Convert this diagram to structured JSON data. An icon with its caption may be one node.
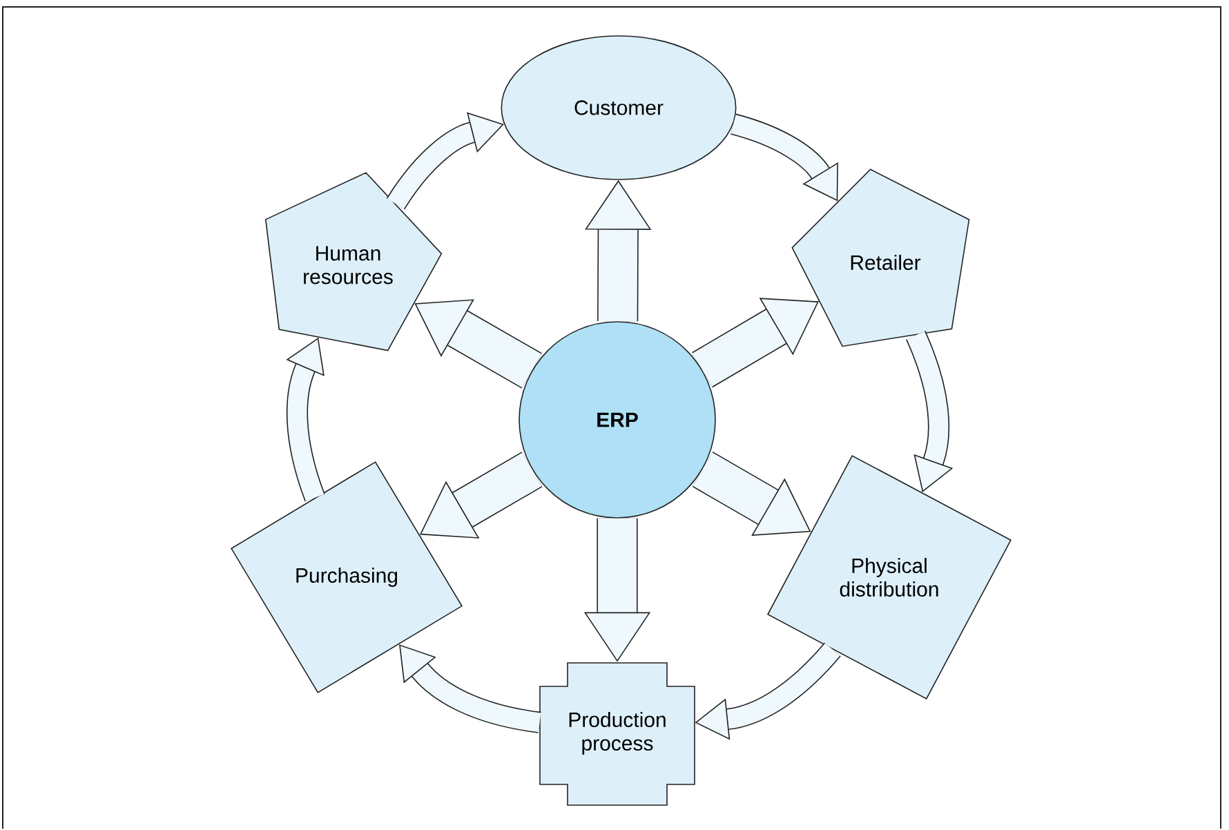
{
  "diagram": {
    "nodes": [
      {
        "text": [
          "Customer"
        ]
      },
      {
        "text": [
          "Human resources"
        ]
      },
      {
        "text": [
          "Retailer"
        ]
      },
      {
        "text": [
          "ERP"
        ]
      },
      {
        "text": [
          "Purchasing"
        ]
      },
      {
        "text": [
          "Physical distribution"
        ]
      },
      {
        "text": [
          "Production process"
        ]
      }
    ],
    "edges": [
      {
        "from": 3,
        "to": 0,
        "arrow": "to",
        "style": "thick"
      },
      {
        "from": 3,
        "to": 2,
        "arrow": "to",
        "style": "thick"
      },
      {
        "from": 3,
        "to": 5,
        "arrow": "to",
        "style": "thick"
      },
      {
        "from": 3,
        "to": 6,
        "arrow": "to",
        "style": "thick"
      },
      {
        "from": 3,
        "to": 4,
        "arrow": "to",
        "style": "thick"
      },
      {
        "from": 3,
        "to": 1,
        "arrow": "to",
        "style": "thick"
      },
      {
        "from": 1,
        "to": 0,
        "arrow": "to"
      },
      {
        "from": 0,
        "to": 2,
        "arrow": "to"
      },
      {
        "from": 2,
        "to": 5,
        "arrow": "to"
      },
      {
        "from": 5,
        "to": 6,
        "arrow": "to"
      },
      {
        "from": 6,
        "to": 4,
        "arrow": "to"
      },
      {
        "from": 4,
        "to": 1,
        "arrow": "to"
      }
    ]
  }
}
